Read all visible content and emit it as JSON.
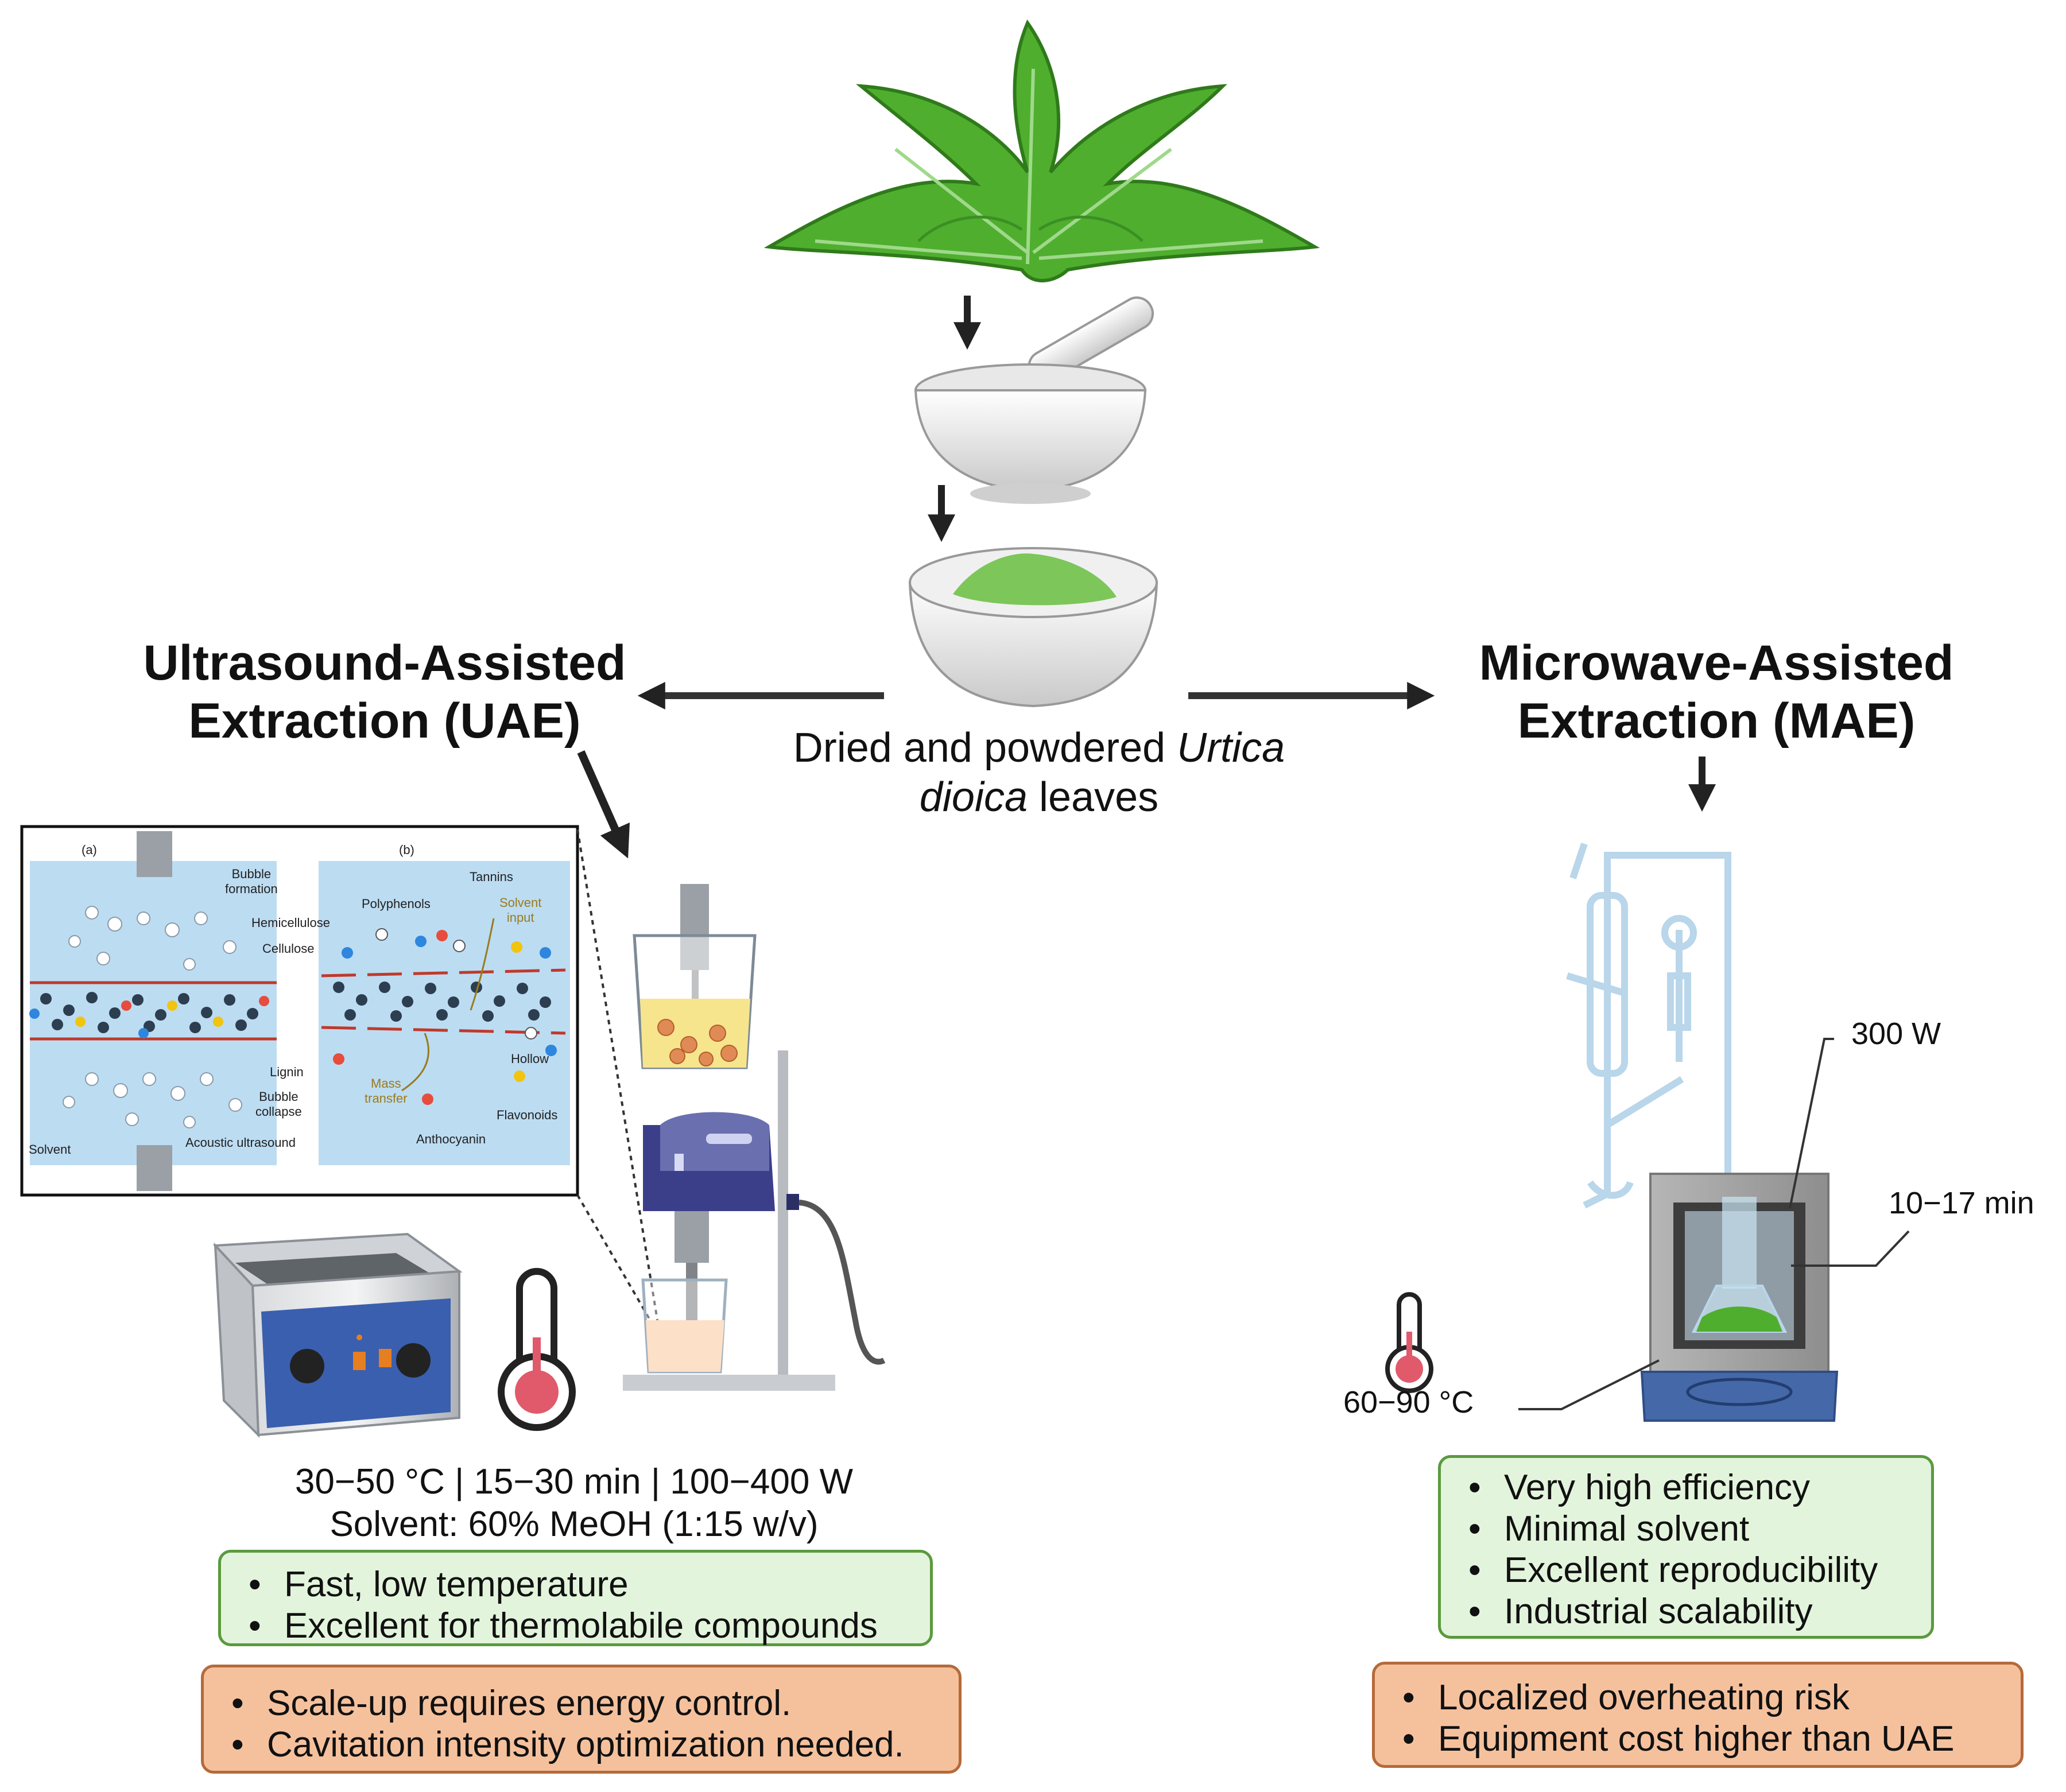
{
  "center": {
    "caption_pre": "Dried and powdered ",
    "caption_italic_1": "Urtica",
    "caption_italic_2": "dioica",
    "caption_post": " leaves"
  },
  "uae": {
    "title_line1": "Ultrasound-Assisted",
    "title_line2": "Extraction (UAE)",
    "params_line1": "30−50 °C | 15−30 min | 100−400 W",
    "params_line2": "Solvent: 60% MeOH (1:15 w/v)",
    "advantages": [
      "Fast, low temperature",
      "Excellent for thermolabile compounds"
    ],
    "limitations": [
      "Scale-up requires energy control.",
      "Cavitation intensity optimization needed."
    ],
    "inset": {
      "panel_a": "(a)",
      "panel_b": "(b)",
      "a_labels": {
        "bubble_formation_1": "Bubble",
        "bubble_formation_2": "formation",
        "hemicellulose": "Hemicellulose",
        "cellulose": "Cellulose",
        "lignin": "Lignin",
        "bubble_collapse_1": "Bubble",
        "bubble_collapse_2": "collapse",
        "solvent": "Solvent",
        "acoustic": "Acoustic ultrasound"
      },
      "b_labels": {
        "tannins": "Tannins",
        "polyphenols": "Polyphenols",
        "solvent_input_1": "Solvent",
        "solvent_input_2": "input",
        "hollow": "Hollow",
        "mass_transfer_1": "Mass",
        "mass_transfer_2": "transfer",
        "flavonoids": "Flavonoids",
        "anthocyanin": "Anthocyanin"
      }
    }
  },
  "mae": {
    "title_line1": "Microwave-Assisted",
    "title_line2": "Extraction (MAE)",
    "power": "300 W",
    "time": "10−17 min",
    "temperature": "60−90 °C",
    "advantages": [
      "Very high efficiency",
      "Minimal solvent",
      "Excellent reproducibility",
      "Industrial scalability"
    ],
    "limitations": [
      "Localized overheating risk",
      "Equipment cost higher than UAE"
    ]
  },
  "colors": {
    "leaf": "#4fae2e",
    "powder": "#7cc65a",
    "advantage_fill": "#e3f4dc",
    "advantage_border": "#5a9a3e",
    "limitation_fill": "#f5c19d",
    "limitation_border": "#b56a3a",
    "inset_bg": "#bcdcf2",
    "bath_panel": "#3a5fae"
  }
}
